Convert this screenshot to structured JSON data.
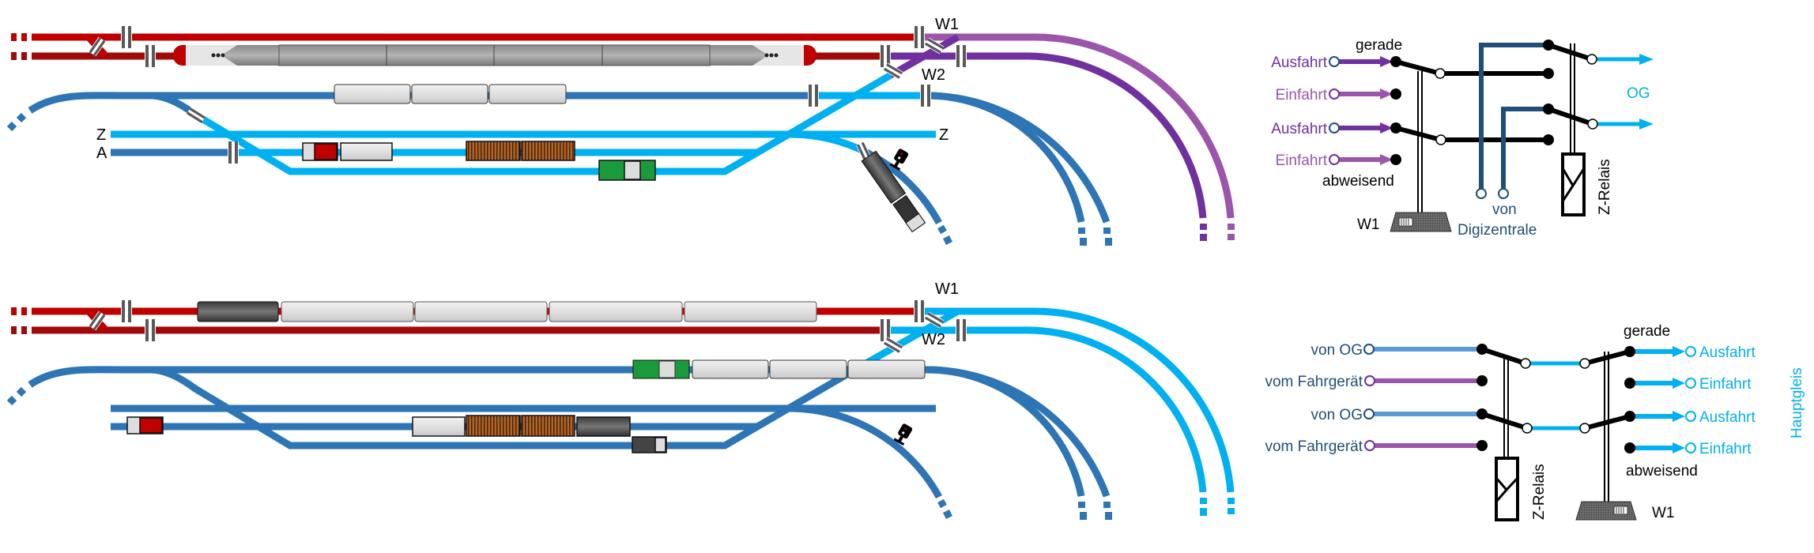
{
  "colors": {
    "red": "#c00000",
    "dark_red": "#a00a0a",
    "dark_blue": "#2e75b6",
    "light_blue": "#00b0f0",
    "purple": "#7030a0",
    "light_purple": "#9b55aa",
    "navy": "#1f4e79"
  },
  "top_layout": {
    "w1_label": "W1",
    "w2_label": "W2",
    "z_left_label": "Z",
    "a_label": "A",
    "z_right_label": "Z"
  },
  "bottom_layout": {
    "w1_label": "W1",
    "w2_label": "W2"
  },
  "top_diagram": {
    "inputs": [
      "Ausfahrt",
      "Einfahrt",
      "Ausfahrt",
      "Einfahrt"
    ],
    "gerade": "gerade",
    "abweisend": "abweisend",
    "motor_label": "W1",
    "von": "von",
    "digizentrale": "Digizentrale",
    "relay_label": "Z-Relais",
    "output_label": "OG"
  },
  "bottom_diagram": {
    "inputs": [
      "von OG",
      "vom Fahrgerät",
      "von OG",
      "vom Fahrgerät"
    ],
    "outputs": [
      "Ausfahrt",
      "Einfahrt",
      "Ausfahrt",
      "Einfahrt"
    ],
    "gerade": "gerade",
    "abweisend": "abweisend",
    "motor_label": "W1",
    "relay_label": "Z-Relais",
    "side_label": "Hauptgleis"
  }
}
